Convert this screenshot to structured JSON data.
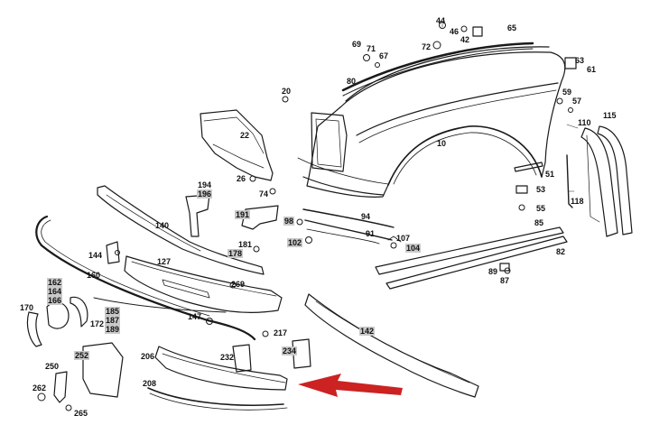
{
  "diagram": {
    "part_numbers": {
      "p44": "44",
      "p46": "46",
      "p42": "42",
      "p65": "65",
      "p69": "69",
      "p71": "71",
      "p72": "72",
      "p67": "67",
      "p63": "63",
      "p61": "61",
      "p80": "80",
      "p20": "20",
      "p59": "59",
      "p57": "57",
      "p10": "10",
      "p22": "22",
      "p110": "110",
      "p115": "115",
      "p26": "26",
      "p51": "51",
      "p194": "194",
      "p196": "196",
      "p74": "74",
      "p53": "53",
      "p55": "55",
      "p118": "118",
      "p191": "191",
      "p98": "98",
      "p94": "94",
      "p140": "140",
      "p178": "178",
      "p91": "91",
      "p107": "107",
      "p104": "104",
      "p102": "102",
      "p85": "85",
      "p82": "82",
      "p181": "181",
      "p144": "144",
      "p127": "127",
      "p89": "89",
      "p87": "87",
      "p160": "160",
      "p269": "269",
      "p162": "162",
      "p164": "164",
      "p166": "166",
      "p170": "170",
      "p147": "147",
      "p185": "185",
      "p187": "187",
      "p189": "189",
      "p172": "172",
      "p142": "142",
      "p217": "217",
      "p234": "234",
      "p232": "232",
      "p206": "206",
      "p252": "252",
      "p250": "250",
      "p208": "208",
      "p262": "262",
      "p265": "265"
    },
    "colors": {
      "line": "#1a1a1a",
      "highlight_label_bg": "#c9c9c9",
      "arrow": "#cc2222"
    }
  }
}
